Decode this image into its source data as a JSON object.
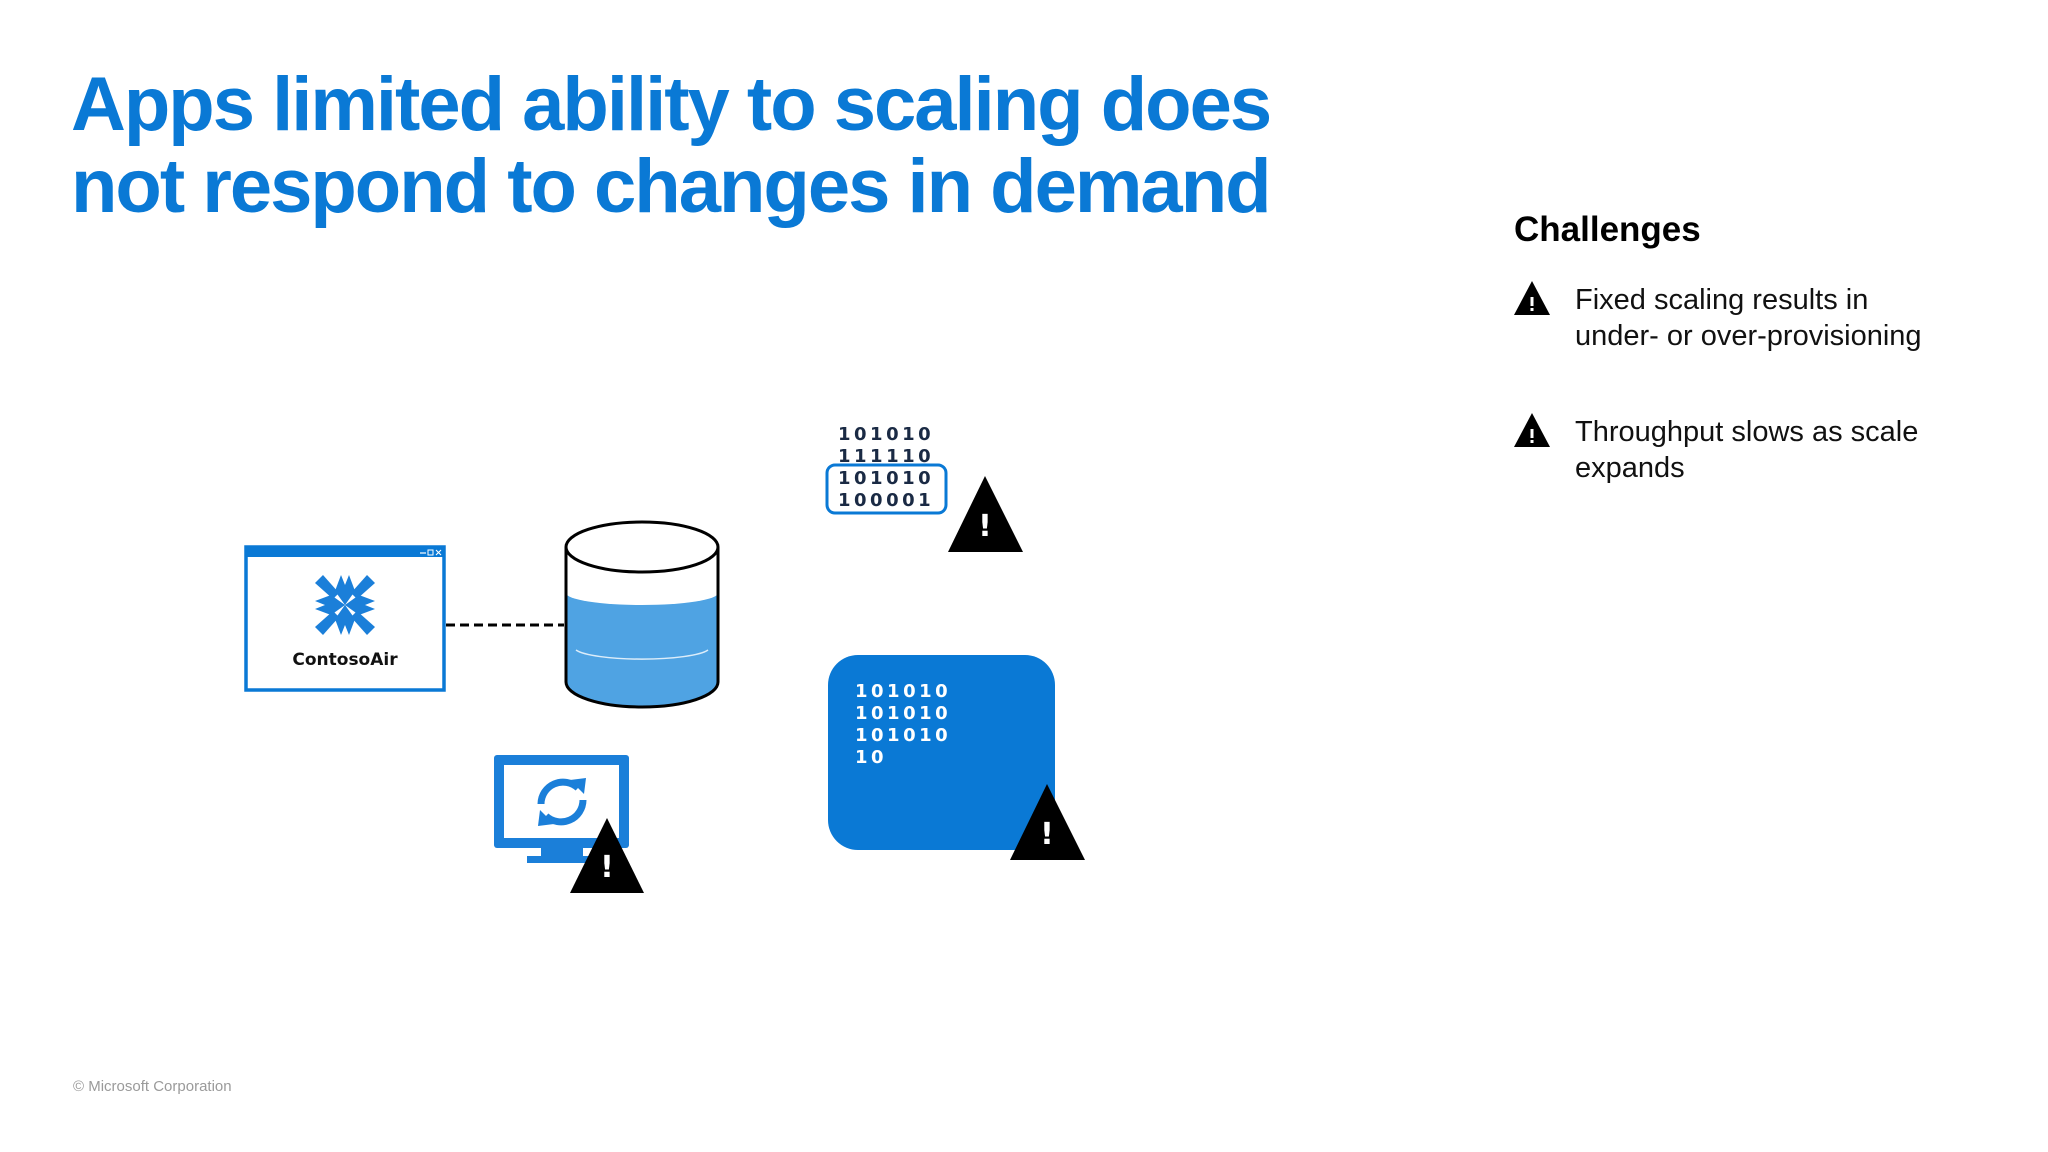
{
  "slide": {
    "title_line1": "Apps limited ability to scaling does",
    "title_line2": "not respond to changes in demand"
  },
  "diagram": {
    "app_window_label": "ContosoAir",
    "binary_top": [
      "101010",
      "111110",
      "101010",
      "100001"
    ],
    "binary_box": [
      "101010",
      "101010",
      "101010",
      "10"
    ],
    "warning_glyph": "!",
    "icons": [
      "app-window-icon",
      "contosoair-logo-icon",
      "database-icon",
      "binary-data-icon",
      "monitor-sync-icon",
      "storage-block-icon",
      "warning-icon"
    ]
  },
  "challenges": {
    "heading": "Challenges",
    "items": [
      {
        "text": "Fixed scaling results in under- or over-provisioning",
        "icon": "warning-icon"
      },
      {
        "text": "Throughput slows as scale expands",
        "icon": "warning-icon"
      }
    ]
  },
  "footer": {
    "copyright": "© Microsoft Corporation"
  },
  "colors": {
    "accent_blue": "#0a79d5",
    "water_blue": "#4fa3e3",
    "warning_black": "#000000"
  }
}
